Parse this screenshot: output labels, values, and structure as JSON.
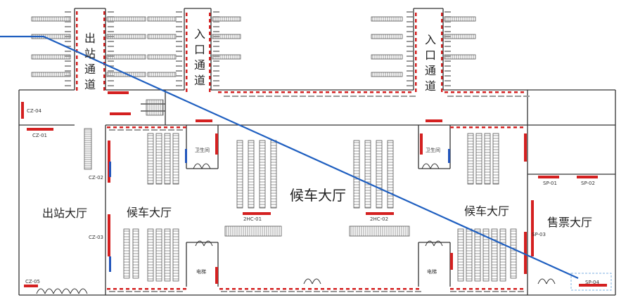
{
  "labels": {
    "exit_passage": [
      "出",
      "站",
      "通",
      "道"
    ],
    "entry_passage": [
      "入",
      "口",
      "通",
      "道"
    ],
    "exit_hall": "出站大厅",
    "waiting_hall_left": "候车大厅",
    "waiting_hall_center": "候车大厅",
    "waiting_hall_right": "候车大厅",
    "ticket_hall": "售票大厅",
    "restroom": "卫生间",
    "elevator": "电梯"
  },
  "codes": {
    "cz": [
      "CZ-04",
      "CZ-01",
      "CZ-02",
      "CZ-03",
      "CZ-05"
    ],
    "sp": [
      "SP-01",
      "SP-02",
      "SP-03",
      "SP-04"
    ],
    "hc_center": [
      "2HC-01",
      "2HC-02"
    ]
  },
  "colors": {
    "wall": "#333333",
    "seat": "#555555",
    "marker_red": "#d42020",
    "marker_blue": "#2255bb",
    "route": "#1f5fc0",
    "highlight_box": "#7fb0e0"
  }
}
